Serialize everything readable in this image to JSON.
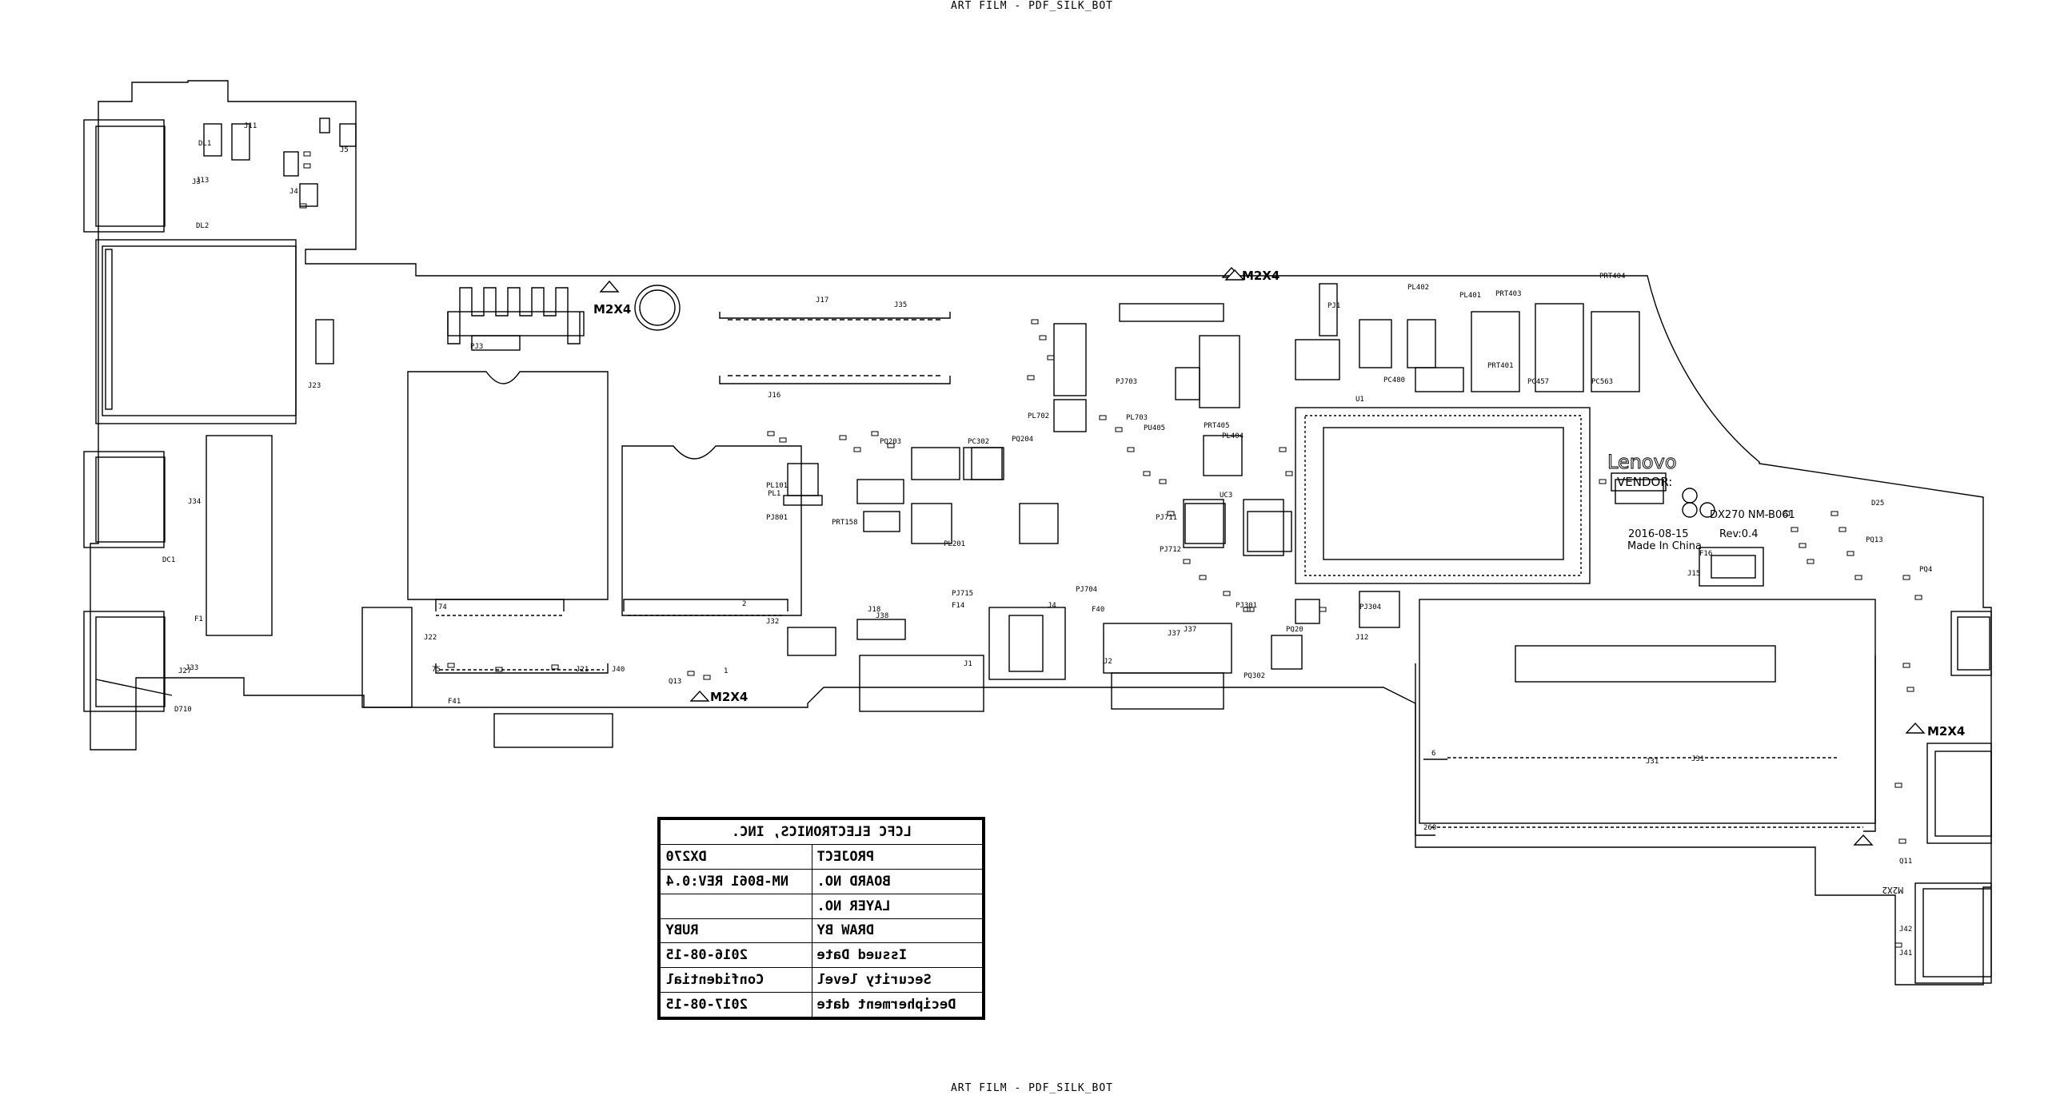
{
  "film_header": "ART FILM - PDF_SILK_BOT",
  "film_footer": "ART FILM - PDF_SILK_BOT",
  "board_marks": {
    "brand": "Lenovo",
    "vendor": "VENDOR:",
    "model": "DX270 NM-B061",
    "date": "2016-08-15",
    "rev": "Rev:0.4",
    "origin": "Made In China",
    "screw_a": "M2X4",
    "screw_b": "M2X4",
    "screw_c": "M2X4",
    "screw_d": "M2X4",
    "screw_e": "M2X2"
  },
  "ref_labels": [
    "DL1",
    "J11",
    "J5",
    "J3",
    "J4",
    "DL2",
    "PJ3",
    "J17",
    "J35",
    "J16",
    "J23",
    "J34",
    "DC1",
    "F1",
    "J27",
    "PL1",
    "J33",
    "J22",
    "J21",
    "J40",
    "J18",
    "J4",
    "J37",
    "J12",
    "J13",
    "J15",
    "J31",
    "J32",
    "J38",
    "PL702",
    "PL703",
    "PL401",
    "PL402",
    "PC480",
    "PC457",
    "PC563",
    "PRT403",
    "PRT404",
    "PRT401",
    "U1",
    "UC3",
    "PJ1",
    "PJ304",
    "PJ301",
    "PQ302",
    "PQ203",
    "PC302",
    "PQ204",
    "PL201",
    "PL101",
    "PJ703",
    "PJ704",
    "PJ711",
    "PJ712",
    "PU405",
    "PRT405",
    "PL404",
    "PRT158",
    "PJ801",
    "PJ715",
    "F40",
    "F41",
    "F14",
    "F16",
    "Q13",
    "Q11",
    "PQ13",
    "PQ4",
    "PQ20",
    "D710",
    "D25",
    "J37",
    "J1",
    "J2",
    "74",
    "75",
    "1",
    "2",
    "J31",
    "260",
    "J41",
    "J42",
    "6"
  ],
  "title_block": {
    "company": "LCFC ELECTRONICS, INC.",
    "rows": [
      {
        "label": "PROJECT",
        "value": "DX270"
      },
      {
        "label": "BOARD NO.",
        "value": "NM-B061 REV:0.4"
      },
      {
        "label": "LAYER NO.",
        "value": ""
      },
      {
        "label": "DRAW BY",
        "value": "RUBY"
      },
      {
        "label": "Issued Date",
        "value": "2016-08-15"
      },
      {
        "label": "Security level",
        "value": "Confidential"
      },
      {
        "label": "Decipherment date",
        "value": "2017-08-15"
      }
    ]
  }
}
